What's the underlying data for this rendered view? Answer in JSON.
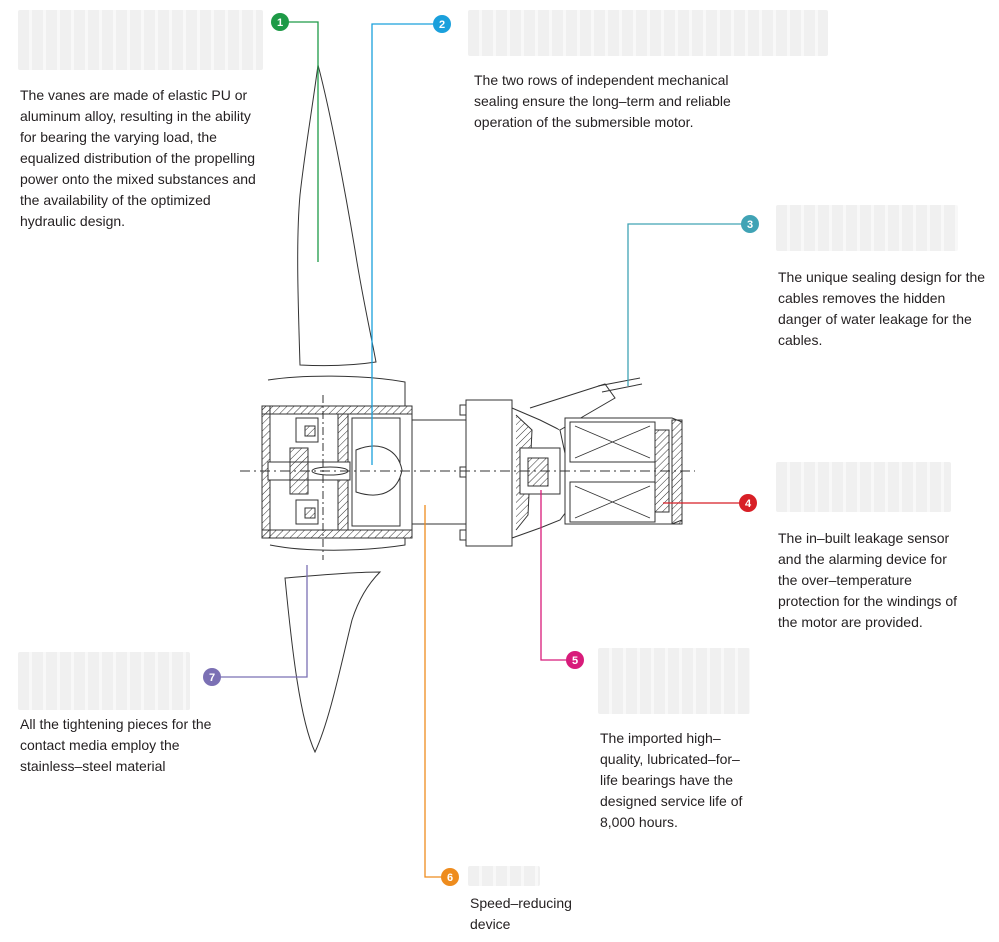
{
  "callouts": [
    {
      "number": "1",
      "color": "#1e9a47",
      "text": "The vanes are made of elastic PU or aluminum alloy, resulting in the ability for bearing the varying load, the equalized distribution of the propelling power onto the mixed substances and the availability of the optimized hydraulic design."
    },
    {
      "number": "2",
      "color": "#1aa0dc",
      "text": "The two rows of independent mechanical sealing ensure the long–term and reliable operation of the submersible motor."
    },
    {
      "number": "3",
      "color": "#40a3b5",
      "text": "The unique sealing design for the cables removes the hidden danger of water leakage for the cables."
    },
    {
      "number": "4",
      "color": "#d81f26",
      "text": "The in–built leakage sensor and the alarming device for the over–temperature protection for the windings of the motor are provided."
    },
    {
      "number": "5",
      "color": "#d81b7a",
      "text": "The imported high–quality, lubricated–for–life bearings have the designed service life of 8,000 hours."
    },
    {
      "number": "6",
      "color": "#ee8c1e",
      "text": "Speed–reducing device"
    },
    {
      "number": "7",
      "color": "#7b70b4",
      "text": "All the tightening pieces for the contact media employ the stainless–steel material"
    }
  ]
}
